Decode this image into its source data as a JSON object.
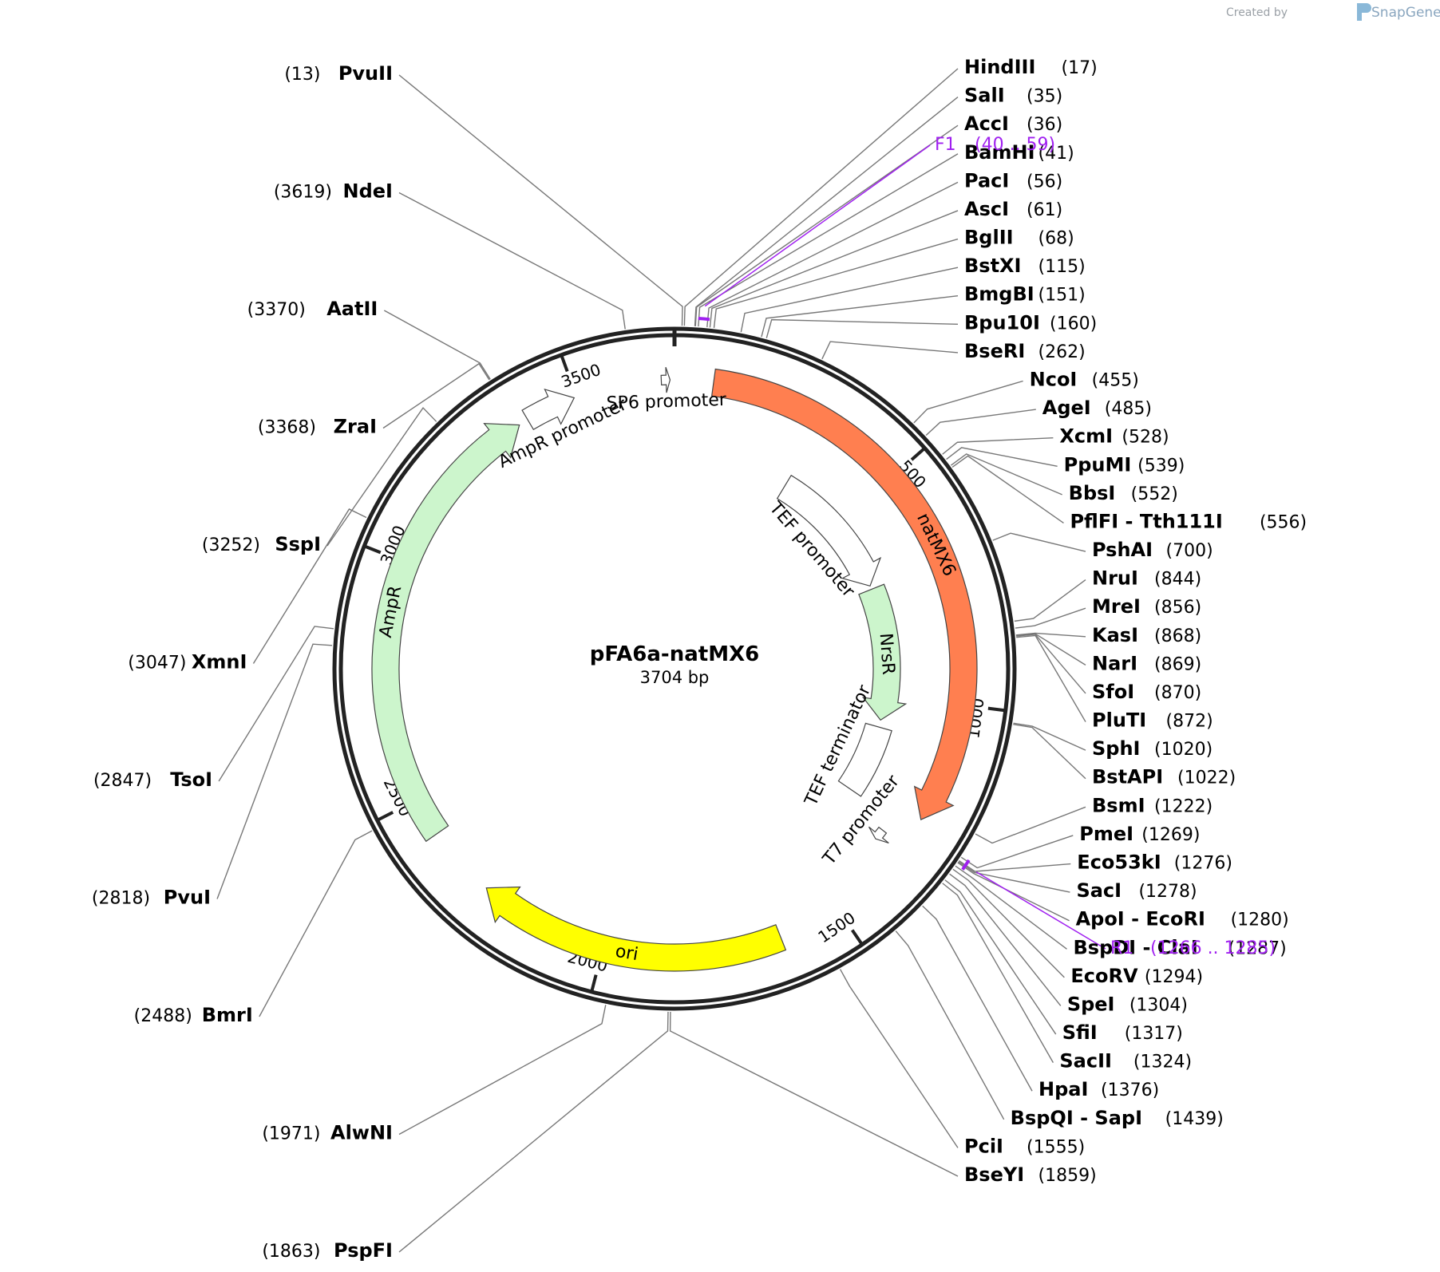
{
  "plasmid": {
    "name": "pFA6a-natMX6",
    "length_label": "3704 bp",
    "length": 3704
  },
  "branding": {
    "created_by": "Created by",
    "app": "SnapGene"
  },
  "ticks": [
    {
      "bp": 500,
      "label": "500"
    },
    {
      "bp": 1000,
      "label": "1000"
    },
    {
      "bp": 1500,
      "label": "1500"
    },
    {
      "bp": 2000,
      "label": "2000"
    },
    {
      "bp": 2500,
      "label": "2500"
    },
    {
      "bp": 3000,
      "label": "3000"
    },
    {
      "bp": 3500,
      "label": "3500"
    }
  ],
  "features": [
    {
      "name": "natMX6",
      "start": 80,
      "end": 1250,
      "color": "#ff7f50",
      "kind": "arrow",
      "label": "natMX6"
    },
    {
      "name": "TEF promoter",
      "start": 320,
      "end": 690,
      "color": "#ffffff",
      "kind": "arrow",
      "label": "TEF promoter"
    },
    {
      "name": "NrsR",
      "start": 700,
      "end": 1070,
      "color": "#ccf5cc",
      "kind": "arrow",
      "label": "NrsR"
    },
    {
      "name": "TEF terminator",
      "start": 1090,
      "end": 1280,
      "color": "#ffffff",
      "kind": "box",
      "label": "TEF terminator"
    },
    {
      "name": "T7 promoter",
      "start": 1315,
      "end": 1340,
      "color": "#ffffff",
      "kind": "arrow",
      "label": "T7 promoter"
    },
    {
      "name": "ori",
      "start": 1630,
      "end": 2270,
      "color": "#ffff00",
      "kind": "arrow",
      "label": "ori"
    },
    {
      "name": "AmpR",
      "start": 2420,
      "end": 3370,
      "color": "#ccf5cc",
      "kind": "arrow",
      "label": "AmpR"
    },
    {
      "name": "AmpR promoter",
      "start": 3390,
      "end": 3495,
      "color": "#ffffff",
      "kind": "arrow",
      "label": "AmpR promoter"
    },
    {
      "name": "SP6 promoter",
      "start": 3677,
      "end": 3695,
      "color": "#ffffff",
      "kind": "arrow",
      "label": "SP6 promoter"
    }
  ],
  "sites": [
    {
      "name": "PvuII",
      "pos": "(13)",
      "bp": 13,
      "side": "left"
    },
    {
      "name": "NdeI",
      "pos": "(3619)",
      "bp": 3619,
      "side": "left"
    },
    {
      "name": "AatII",
      "pos": "(3370)",
      "bp": 3370,
      "side": "left"
    },
    {
      "name": "ZraI",
      "pos": "(3368)",
      "bp": 3368,
      "side": "left"
    },
    {
      "name": "SspI",
      "pos": "(3252)",
      "bp": 3252,
      "side": "left"
    },
    {
      "name": "XmnI",
      "pos": "(3047)",
      "bp": 3047,
      "side": "left"
    },
    {
      "name": "TsoI",
      "pos": "(2847)",
      "bp": 2847,
      "side": "left"
    },
    {
      "name": "PvuI",
      "pos": "(2818)",
      "bp": 2818,
      "side": "left"
    },
    {
      "name": "BmrI",
      "pos": "(2488)",
      "bp": 2488,
      "side": "left"
    },
    {
      "name": "AlwNI",
      "pos": "(1971)",
      "bp": 1971,
      "side": "left"
    },
    {
      "name": "PspFI",
      "pos": "(1863)",
      "bp": 1863,
      "side": "left"
    },
    {
      "name": "BseYI",
      "pos": "(1859)",
      "bp": 1859,
      "side": "right"
    },
    {
      "name": "PciI",
      "pos": "(1555)",
      "bp": 1555,
      "side": "right"
    },
    {
      "name": "BspQI - SapI",
      "pos": "(1439)",
      "bp": 1439,
      "side": "right"
    },
    {
      "name": "HpaI",
      "pos": "(1376)",
      "bp": 1376,
      "side": "right"
    },
    {
      "name": "SacII",
      "pos": "(1324)",
      "bp": 1324,
      "side": "right"
    },
    {
      "name": "SfiI",
      "pos": "(1317)",
      "bp": 1317,
      "side": "right"
    },
    {
      "name": "SpeI",
      "pos": "(1304)",
      "bp": 1304,
      "side": "right"
    },
    {
      "name": "EcoRV",
      "pos": "(1294)",
      "bp": 1294,
      "side": "right"
    },
    {
      "name": "BspDI - ClaI",
      "pos": "(1287)",
      "bp": 1287,
      "side": "right"
    },
    {
      "name": "ApoI - EcoRI",
      "pos": "(1280)",
      "bp": 1280,
      "side": "right"
    },
    {
      "name": "SacI",
      "pos": "(1278)",
      "bp": 1278,
      "side": "right"
    },
    {
      "name": "Eco53kI",
      "pos": "(1276)",
      "bp": 1276,
      "side": "right"
    },
    {
      "name": "PmeI",
      "pos": "(1269)",
      "bp": 1269,
      "side": "right"
    },
    {
      "name": "BsmI",
      "pos": "(1222)",
      "bp": 1222,
      "side": "right"
    },
    {
      "name": "BstAPI",
      "pos": "(1022)",
      "bp": 1022,
      "side": "right"
    },
    {
      "name": "SphI",
      "pos": "(1020)",
      "bp": 1020,
      "side": "right"
    },
    {
      "name": "PluTI",
      "pos": "(872)",
      "bp": 872,
      "side": "right"
    },
    {
      "name": "SfoI",
      "pos": "(870)",
      "bp": 870,
      "side": "right"
    },
    {
      "name": "NarI",
      "pos": "(869)",
      "bp": 869,
      "side": "right"
    },
    {
      "name": "KasI",
      "pos": "(868)",
      "bp": 868,
      "side": "right"
    },
    {
      "name": "MreI",
      "pos": "(856)",
      "bp": 856,
      "side": "right"
    },
    {
      "name": "NruI",
      "pos": "(844)",
      "bp": 844,
      "side": "right"
    },
    {
      "name": "PshAI",
      "pos": "(700)",
      "bp": 700,
      "side": "right"
    },
    {
      "name": "PflFI - Tth111I",
      "pos": "(556)",
      "bp": 556,
      "side": "right"
    },
    {
      "name": "BbsI",
      "pos": "(552)",
      "bp": 552,
      "side": "right"
    },
    {
      "name": "PpuMI",
      "pos": "(539)",
      "bp": 539,
      "side": "right"
    },
    {
      "name": "XcmI",
      "pos": "(528)",
      "bp": 528,
      "side": "right"
    },
    {
      "name": "AgeI",
      "pos": "(485)",
      "bp": 485,
      "side": "right"
    },
    {
      "name": "NcoI",
      "pos": "(455)",
      "bp": 455,
      "side": "right"
    },
    {
      "name": "BseRI",
      "pos": "(262)",
      "bp": 262,
      "side": "right"
    },
    {
      "name": "Bpu10I",
      "pos": "(160)",
      "bp": 160,
      "side": "right"
    },
    {
      "name": "BmgBI",
      "pos": "(151)",
      "bp": 151,
      "side": "right"
    },
    {
      "name": "BstXI",
      "pos": "(115)",
      "bp": 115,
      "side": "right"
    },
    {
      "name": "BglII",
      "pos": "(68)",
      "bp": 68,
      "side": "right"
    },
    {
      "name": "AscI",
      "pos": "(61)",
      "bp": 61,
      "side": "right"
    },
    {
      "name": "PacI",
      "pos": "(56)",
      "bp": 56,
      "side": "right"
    },
    {
      "name": "BamHI",
      "pos": "(41)",
      "bp": 41,
      "side": "right"
    },
    {
      "name": "AccI",
      "pos": "(36)",
      "bp": 36,
      "side": "right"
    },
    {
      "name": "SalI",
      "pos": "(35)",
      "bp": 35,
      "side": "right"
    },
    {
      "name": "HindIII",
      "pos": "(17)",
      "bp": 17,
      "side": "right"
    }
  ],
  "primers": [
    {
      "name": "F1",
      "range": "(40 .. 59)",
      "start": 40,
      "end": 59,
      "color": "#a020f0"
    },
    {
      "name": "R1",
      "range": "(1266 .. 1285)",
      "start": 1266,
      "end": 1285,
      "color": "#a020f0"
    }
  ]
}
